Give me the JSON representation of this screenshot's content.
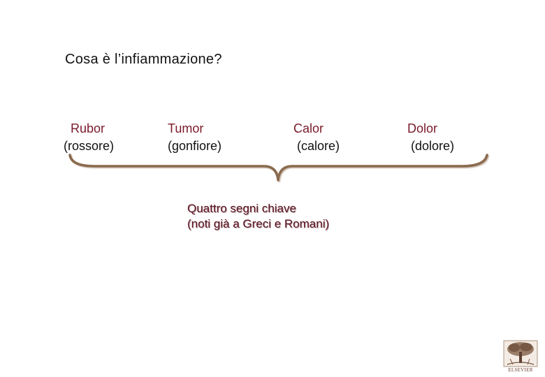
{
  "title": "Cosa è l’infiammazione?",
  "signs": [
    {
      "latin": "  Rubor",
      "italian": "(rossore)"
    },
    {
      "latin": "Tumor",
      "italian": "(gonfiore)"
    },
    {
      "latin": "Calor",
      "italian": " (calore)"
    },
    {
      "latin": "Dolor",
      "italian": " (dolore)"
    }
  ],
  "caption": {
    "line1": "Quattro segni chiave",
    "line2": "(noti già a Greci e Romani)"
  },
  "logo": {
    "wordmark": "ELSEVIER",
    "icon": "elsevier-tree-logo"
  },
  "colors": {
    "latin_text": "#7a1a2a",
    "caption_text": "#5a0f1e",
    "brace": "#8a6a4e"
  }
}
